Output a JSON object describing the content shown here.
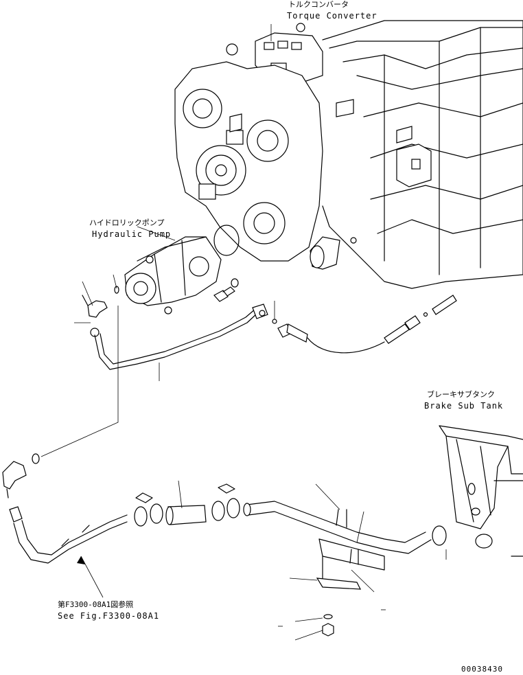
{
  "labels": {
    "torque_converter_jp": "トルクコンバータ",
    "torque_converter_en": "Torque Converter",
    "hydraulic_pump_jp": "ハイドロリックポンプ",
    "hydraulic_pump_en": "Hydraulic Pump",
    "brake_sub_tank_jp": "ブレーキサブタンク",
    "brake_sub_tank_en": "Brake Sub Tank",
    "see_fig_jp": "第F3300-08A1図参照",
    "see_fig_en": "See Fig.F3300-08A1",
    "drawing_number": "00038430"
  }
}
